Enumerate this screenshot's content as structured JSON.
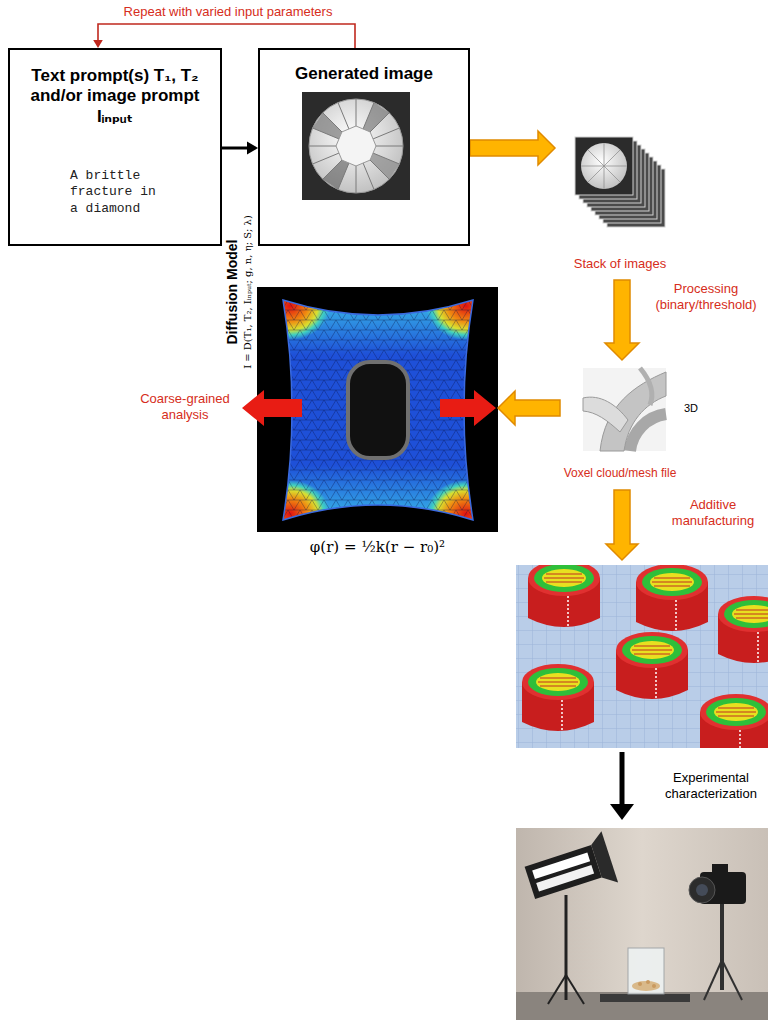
{
  "diagram": {
    "nodes": [
      {
        "text": [
          "Text prompt(s) T₁, T₂ and/or image prompt Iᵢₙₚᵤₜ",
          "A brittle fracture in a diamond"
        ]
      },
      {
        "text": [
          "Generated image"
        ]
      },
      {
        "text": [
          "Stack of images"
        ]
      },
      {
        "text": [
          "Voxel cloud/mesh file"
        ]
      },
      {
        "text": [
          "Coarse-grained analysis"
        ]
      }
    ],
    "edges": [
      {
        "from": 0,
        "to": 1,
        "arrow": "to"
      },
      {
        "from": 1,
        "to": 0,
        "arrow": "to",
        "label": "Repeat with varied input parameters"
      },
      {
        "from": 1,
        "to": 2,
        "arrow": "to"
      },
      {
        "from": 2,
        "to": 3,
        "arrow": "to",
        "label": "Processing (binary/threshold)"
      },
      {
        "from": 3,
        "to": 4,
        "arrow": "to"
      }
    ],
    "labels": [
      "Diffusion Model",
      "I = D(T₁, T₂, Iᵢₙₚᵤₜ; g, n, η; S; λ)",
      "φ(r) = ½k(r − r₀)²",
      "3D",
      "Additive manufacturing",
      "Experimental characterization"
    ]
  }
}
